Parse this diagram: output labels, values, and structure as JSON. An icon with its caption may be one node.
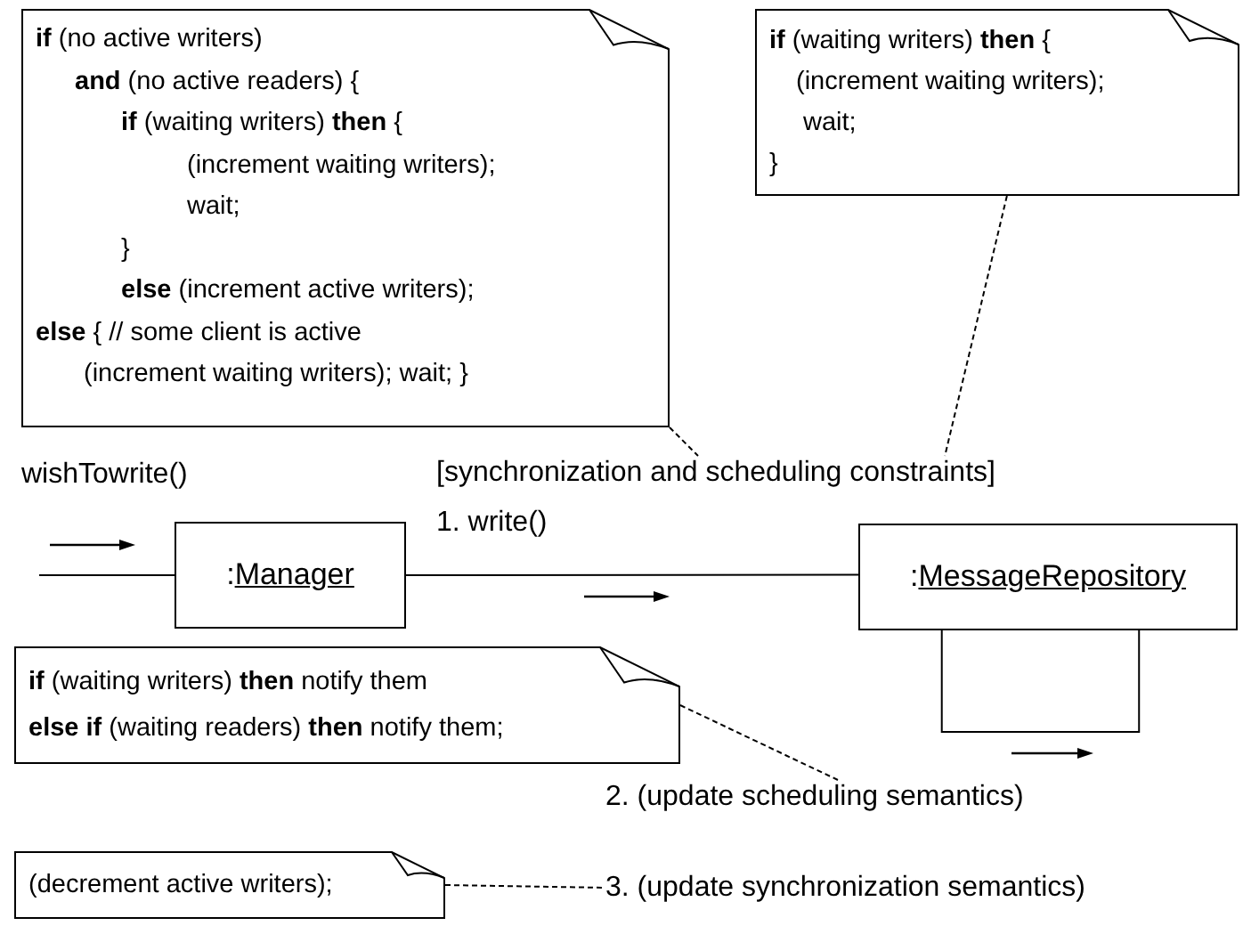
{
  "diagram": {
    "nodes": [
      {
        "text": [
          "**if** (no active writers)",
          "**and** (no active readers) {",
          "**if** (waiting writers) **then** {",
          "(increment waiting writers);",
          "wait;",
          "}",
          "**else** (increment active writers);",
          "**else** { // some client is active",
          "(increment waiting writers); wait; }"
        ]
      },
      {
        "text": [
          "**if** (waiting writers) **then** {",
          "(increment waiting writers);",
          "wait;",
          "}"
        ]
      },
      {
        "text": [
          ":Manager"
        ]
      },
      {
        "text": [
          ":MessageRepository"
        ]
      },
      {
        "text": [
          "**if** (waiting writers) **then** notify them",
          "**else if** (waiting readers) **then** notify them;"
        ]
      },
      {
        "text": [
          "(decrement active writers);"
        ]
      },
      {
        "text": [
          "[synchronization and scheduling constraints]"
        ]
      },
      {
        "text": [
          "2. (update scheduling semantics)"
        ]
      },
      {
        "text": [
          "3. (update synchronization semantics)"
        ]
      }
    ],
    "edges": [
      {
        "from": null,
        "to": 2,
        "arrow": "none"
      },
      {
        "from": 2,
        "to": 3,
        "arrow": "none"
      },
      {
        "from": 3,
        "to": 3,
        "arrow": "none"
      },
      {
        "from": 0,
        "to": 6,
        "arrow": "none",
        "style": "dashed"
      },
      {
        "from": 1,
        "to": 6,
        "arrow": "none",
        "style": "dashed"
      },
      {
        "from": 4,
        "to": 7,
        "arrow": "none",
        "style": "dashed"
      },
      {
        "from": 5,
        "to": 8,
        "arrow": "none",
        "style": "dashed"
      }
    ],
    "labels": [
      "wishTowrite()",
      "1. write()"
    ]
  }
}
